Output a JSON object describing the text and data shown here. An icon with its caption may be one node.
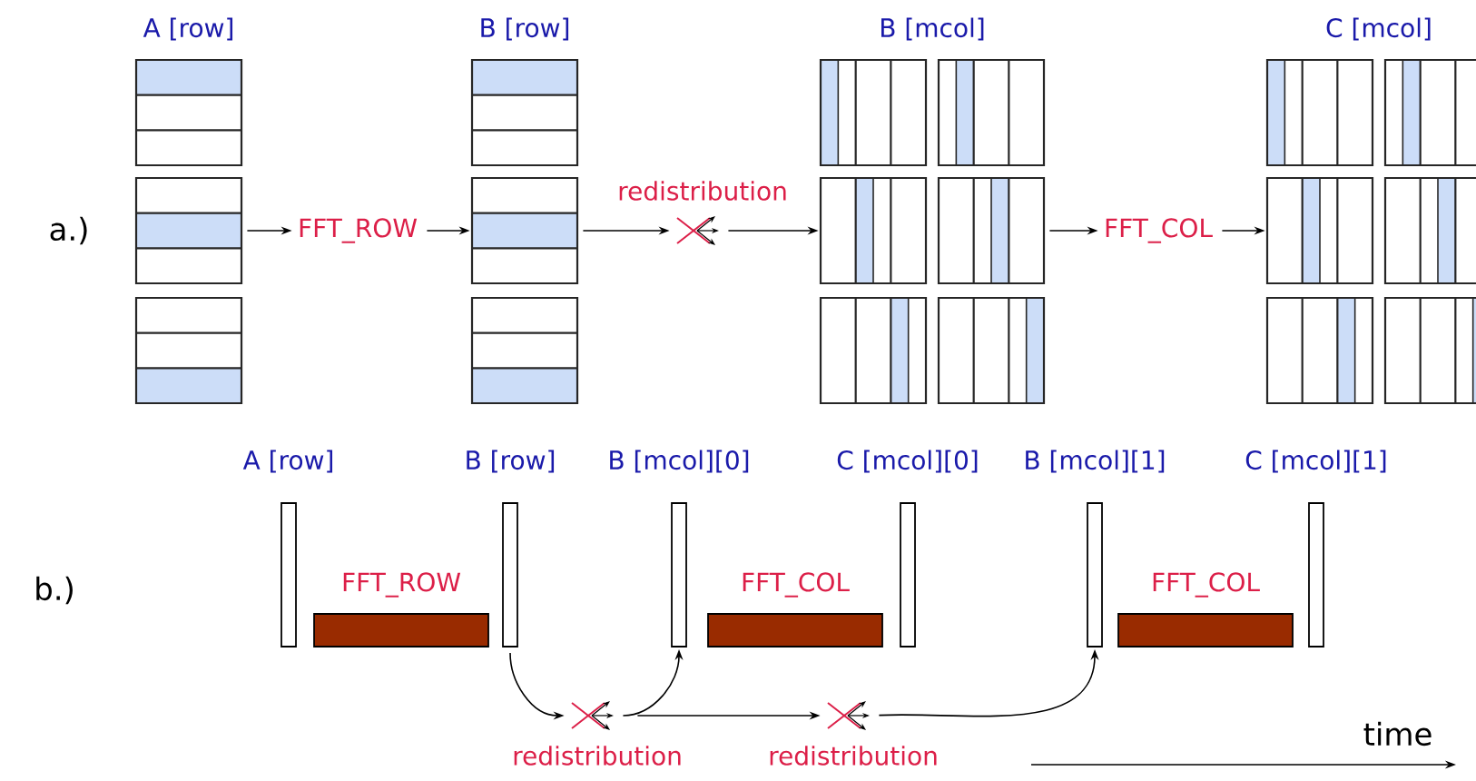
{
  "diagram": {
    "nodes": [
      {
        "text": [
          "A [row]"
        ]
      },
      {
        "text": [
          "FFT_ROW"
        ]
      },
      {
        "text": [
          "B [row]"
        ]
      },
      {
        "text": [],
        "shape": "cross",
        "beside": [
          "redistribution"
        ]
      },
      {
        "text": [
          "B [mcol]"
        ]
      },
      {
        "text": [
          "FFT_COL"
        ]
      },
      {
        "text": [
          "C [mcol]"
        ]
      },
      {
        "text": [
          "A [row]"
        ]
      },
      {
        "text": [
          "B [row]"
        ]
      },
      {
        "text": [
          "B [mcol][0]"
        ]
      },
      {
        "text": [
          "C [mcol][0]"
        ]
      },
      {
        "text": [
          "B [mcol][1]"
        ]
      },
      {
        "text": [
          "C [mcol][1]"
        ]
      },
      {
        "text": [
          "FFT_ROW"
        ]
      },
      {
        "text": [
          "FFT_COL"
        ]
      },
      {
        "text": [
          "FFT_COL"
        ]
      },
      {
        "text": [],
        "shape": "cross",
        "beside": [
          "redistribution"
        ]
      },
      {
        "text": [],
        "shape": "cross",
        "beside": [
          "redistribution"
        ]
      }
    ],
    "edges": [
      {
        "from": 0,
        "to": 1,
        "arrow": "to"
      },
      {
        "from": 1,
        "to": 2,
        "arrow": "to"
      },
      {
        "from": 2,
        "to": 3,
        "arrow": "to"
      },
      {
        "from": 3,
        "to": 4,
        "arrow": "to"
      },
      {
        "from": 4,
        "to": 5,
        "arrow": "to"
      },
      {
        "from": 5,
        "to": 6,
        "arrow": "to"
      },
      {
        "from": 8,
        "to": 16,
        "arrow": "to"
      },
      {
        "from": 16,
        "to": 9,
        "arrow": "to"
      },
      {
        "from": 16,
        "to": 17,
        "arrow": "to"
      },
      {
        "from": 17,
        "to": 11,
        "arrow": "to"
      }
    ],
    "labels": [
      "a.)",
      "b.)",
      "time"
    ]
  }
}
